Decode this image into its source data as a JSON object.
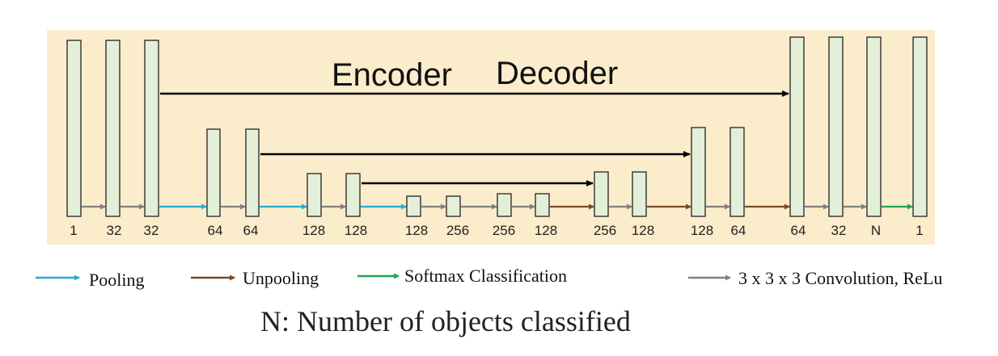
{
  "titles": {
    "encoder": "Encoder",
    "decoder": "Decoder"
  },
  "layers": [
    {
      "label": "1"
    },
    {
      "label": "32"
    },
    {
      "label": "32"
    },
    {
      "label": "64"
    },
    {
      "label": "64"
    },
    {
      "label": "128"
    },
    {
      "label": "128"
    },
    {
      "label": "128"
    },
    {
      "label": "256"
    },
    {
      "label": "256"
    },
    {
      "label": "128"
    },
    {
      "label": "256"
    },
    {
      "label": "128"
    },
    {
      "label": "128"
    },
    {
      "label": "64"
    },
    {
      "label": "64"
    },
    {
      "label": "32"
    },
    {
      "label": "N"
    },
    {
      "label": "1"
    }
  ],
  "legend": {
    "pooling": "Pooling",
    "unpooling": "Unpooling",
    "softmax": "Softmax Classification",
    "convolution": "3 x 3 x 3 Convolution, ReLu"
  },
  "note": "N: Number of objects classified",
  "colors": {
    "background_panel": "#fbeccb",
    "block_fill": "#e3efd9",
    "block_stroke": "#222222",
    "pooling": "#2aa9d2",
    "unpooling": "#7a4a22",
    "softmax": "#23a352",
    "convolution": "#808080",
    "skip": "#000000"
  }
}
